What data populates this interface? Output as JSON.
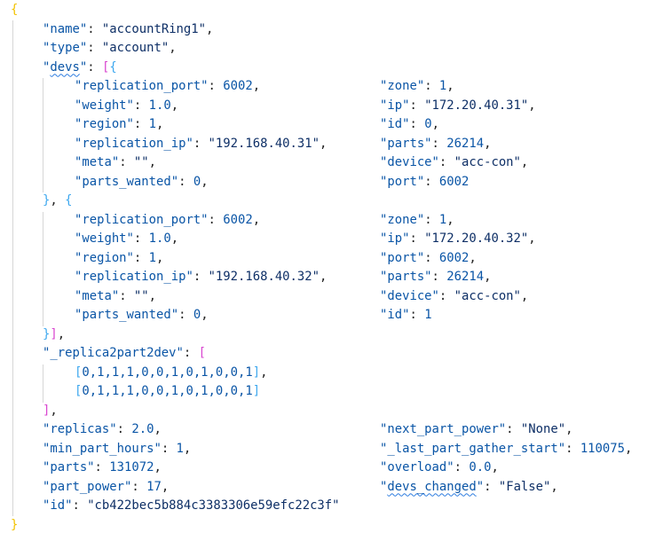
{
  "editor": {
    "lines": [
      {
        "i": 0,
        "l": [
          [
            "y",
            "{"
          ]
        ]
      },
      {
        "i": 1,
        "l": [
          [
            "k",
            "\"name\""
          ],
          [
            "p",
            ": "
          ],
          [
            "s",
            "\"accountRing1\""
          ],
          [
            "p",
            ","
          ]
        ]
      },
      {
        "i": 1,
        "l": [
          [
            "k",
            "\"type\""
          ],
          [
            "p",
            ": "
          ],
          [
            "s",
            "\"account\""
          ],
          [
            "p",
            ","
          ]
        ]
      },
      {
        "i": 1,
        "l": [
          [
            "k",
            "\""
          ],
          [
            "sq",
            "devs"
          ],
          [
            "k",
            "\""
          ],
          [
            "p",
            ": "
          ],
          [
            "b1",
            "["
          ],
          [
            "b2",
            "{"
          ]
        ]
      },
      {
        "i": 2,
        "l": [
          [
            "k",
            "\"replication_port\""
          ],
          [
            "p",
            ": "
          ],
          [
            "n",
            "6002"
          ],
          [
            "p",
            ","
          ]
        ],
        "r": [
          [
            "k",
            "\"zone\""
          ],
          [
            "p",
            ": "
          ],
          [
            "n",
            "1"
          ],
          [
            "p",
            ","
          ]
        ]
      },
      {
        "i": 2,
        "l": [
          [
            "k",
            "\"weight\""
          ],
          [
            "p",
            ": "
          ],
          [
            "n",
            "1.0"
          ],
          [
            "p",
            ","
          ]
        ],
        "r": [
          [
            "k",
            "\"ip\""
          ],
          [
            "p",
            ": "
          ],
          [
            "s",
            "\"172.20.40.31\""
          ],
          [
            "p",
            ","
          ]
        ]
      },
      {
        "i": 2,
        "l": [
          [
            "k",
            "\"region\""
          ],
          [
            "p",
            ": "
          ],
          [
            "n",
            "1"
          ],
          [
            "p",
            ","
          ]
        ],
        "r": [
          [
            "k",
            "\"id\""
          ],
          [
            "p",
            ": "
          ],
          [
            "n",
            "0"
          ],
          [
            "p",
            ","
          ]
        ]
      },
      {
        "i": 2,
        "l": [
          [
            "k",
            "\"replication_ip\""
          ],
          [
            "p",
            ": "
          ],
          [
            "s",
            "\"192.168.40.31\""
          ],
          [
            "p",
            ","
          ]
        ],
        "r": [
          [
            "k",
            "\"parts\""
          ],
          [
            "p",
            ": "
          ],
          [
            "n",
            "26214"
          ],
          [
            "p",
            ","
          ]
        ]
      },
      {
        "i": 2,
        "l": [
          [
            "k",
            "\"meta\""
          ],
          [
            "p",
            ": "
          ],
          [
            "s",
            "\"\""
          ],
          [
            "p",
            ","
          ]
        ],
        "r": [
          [
            "k",
            "\"device\""
          ],
          [
            "p",
            ": "
          ],
          [
            "s",
            "\"acc-con\""
          ],
          [
            "p",
            ","
          ]
        ]
      },
      {
        "i": 2,
        "l": [
          [
            "k",
            "\"parts_wanted\""
          ],
          [
            "p",
            ": "
          ],
          [
            "n",
            "0"
          ],
          [
            "p",
            ","
          ]
        ],
        "r": [
          [
            "k",
            "\"port\""
          ],
          [
            "p",
            ": "
          ],
          [
            "n",
            "6002"
          ]
        ]
      },
      {
        "i": 1,
        "l": [
          [
            "b2",
            "}"
          ],
          [
            "p",
            ", "
          ],
          [
            "b2",
            "{"
          ]
        ]
      },
      {
        "i": 2,
        "l": [
          [
            "k",
            "\"replication_port\""
          ],
          [
            "p",
            ": "
          ],
          [
            "n",
            "6002"
          ],
          [
            "p",
            ","
          ]
        ],
        "r": [
          [
            "k",
            "\"zone\""
          ],
          [
            "p",
            ": "
          ],
          [
            "n",
            "1"
          ],
          [
            "p",
            ","
          ]
        ]
      },
      {
        "i": 2,
        "l": [
          [
            "k",
            "\"weight\""
          ],
          [
            "p",
            ": "
          ],
          [
            "n",
            "1.0"
          ],
          [
            "p",
            ","
          ]
        ],
        "r": [
          [
            "k",
            "\"ip\""
          ],
          [
            "p",
            ": "
          ],
          [
            "s",
            "\"172.20.40.32\""
          ],
          [
            "p",
            ","
          ]
        ]
      },
      {
        "i": 2,
        "l": [
          [
            "k",
            "\"region\""
          ],
          [
            "p",
            ": "
          ],
          [
            "n",
            "1"
          ],
          [
            "p",
            ","
          ]
        ],
        "r": [
          [
            "k",
            "\"port\""
          ],
          [
            "p",
            ": "
          ],
          [
            "n",
            "6002"
          ],
          [
            "p",
            ","
          ]
        ]
      },
      {
        "i": 2,
        "l": [
          [
            "k",
            "\"replication_ip\""
          ],
          [
            "p",
            ": "
          ],
          [
            "s",
            "\"192.168.40.32\""
          ],
          [
            "p",
            ","
          ]
        ],
        "r": [
          [
            "k",
            "\"parts\""
          ],
          [
            "p",
            ": "
          ],
          [
            "n",
            "26214"
          ],
          [
            "p",
            ","
          ]
        ]
      },
      {
        "i": 2,
        "l": [
          [
            "k",
            "\"meta\""
          ],
          [
            "p",
            ": "
          ],
          [
            "s",
            "\"\""
          ],
          [
            "p",
            ","
          ]
        ],
        "r": [
          [
            "k",
            "\"device\""
          ],
          [
            "p",
            ": "
          ],
          [
            "s",
            "\"acc-con\""
          ],
          [
            "p",
            ","
          ]
        ]
      },
      {
        "i": 2,
        "l": [
          [
            "k",
            "\"parts_wanted\""
          ],
          [
            "p",
            ": "
          ],
          [
            "n",
            "0"
          ],
          [
            "p",
            ","
          ]
        ],
        "r": [
          [
            "k",
            "\"id\""
          ],
          [
            "p",
            ": "
          ],
          [
            "n",
            "1"
          ]
        ]
      },
      {
        "i": 1,
        "l": [
          [
            "b2",
            "}"
          ],
          [
            "b1",
            "]"
          ],
          [
            "p",
            ","
          ]
        ]
      },
      {
        "i": 1,
        "l": [
          [
            "k",
            "\"_replica2part2dev\""
          ],
          [
            "p",
            ": "
          ],
          [
            "b1",
            "["
          ]
        ]
      },
      {
        "i": 2,
        "l": [
          [
            "b2",
            "["
          ],
          [
            "n",
            "0,1,1,1,0,0,1,0,1,0,0,1"
          ],
          [
            "b2",
            "]"
          ],
          [
            "p",
            ","
          ]
        ]
      },
      {
        "i": 2,
        "l": [
          [
            "b2",
            "["
          ],
          [
            "n",
            "0,1,1,1,0,0,1,0,1,0,0,1"
          ],
          [
            "b2",
            "]"
          ]
        ]
      },
      {
        "i": 1,
        "l": [
          [
            "b1",
            "]"
          ],
          [
            "p",
            ","
          ]
        ]
      },
      {
        "i": 1,
        "l": [
          [
            "k",
            "\"replicas\""
          ],
          [
            "p",
            ": "
          ],
          [
            "n",
            "2.0"
          ],
          [
            "p",
            ","
          ]
        ],
        "r": [
          [
            "k",
            "\"next_part_power\""
          ],
          [
            "p",
            ": "
          ],
          [
            "s",
            "\"None\""
          ],
          [
            "p",
            ","
          ]
        ]
      },
      {
        "i": 1,
        "l": [
          [
            "k",
            "\"min_part_hours\""
          ],
          [
            "p",
            ": "
          ],
          [
            "n",
            "1"
          ],
          [
            "p",
            ","
          ]
        ],
        "r": [
          [
            "k",
            "\"_last_part_gather_start\""
          ],
          [
            "p",
            ": "
          ],
          [
            "n",
            "110075"
          ],
          [
            "p",
            ","
          ]
        ]
      },
      {
        "i": 1,
        "l": [
          [
            "k",
            "\"parts\""
          ],
          [
            "p",
            ": "
          ],
          [
            "n",
            "131072"
          ],
          [
            "p",
            ","
          ]
        ],
        "r": [
          [
            "k",
            "\"overload\""
          ],
          [
            "p",
            ": "
          ],
          [
            "n",
            "0.0"
          ],
          [
            "p",
            ","
          ]
        ]
      },
      {
        "i": 1,
        "l": [
          [
            "k",
            "\"part_power\""
          ],
          [
            "p",
            ": "
          ],
          [
            "n",
            "17"
          ],
          [
            "p",
            ","
          ]
        ],
        "r": [
          [
            "k",
            "\""
          ],
          [
            "sq",
            "devs_changed"
          ],
          [
            "k",
            "\""
          ],
          [
            "p",
            ": "
          ],
          [
            "s",
            "\"False\""
          ],
          [
            "p",
            ","
          ]
        ]
      },
      {
        "i": 1,
        "l": [
          [
            "k",
            "\"id\""
          ],
          [
            "p",
            ": "
          ],
          [
            "s",
            "\"cb422bec5b884c3383306e59efc22c3f\""
          ]
        ]
      },
      {
        "i": 0,
        "l": [
          [
            "y",
            "}"
          ]
        ]
      }
    ]
  }
}
